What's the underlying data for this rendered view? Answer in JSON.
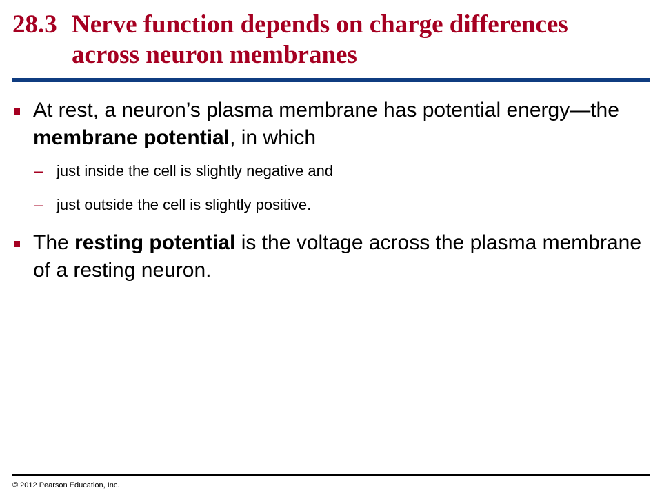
{
  "title": {
    "number": "28.3",
    "line1": "Nerve function depends on charge differences",
    "line2": "across neuron membranes"
  },
  "bullets": [
    {
      "text_before": "At rest, a neuron’s plasma membrane has potential energy—the ",
      "bold": "membrane potential",
      "text_after": ", in which",
      "subs": [
        "just inside the cell is slightly negative and",
        "just outside the cell is slightly positive."
      ]
    },
    {
      "text_before": "The ",
      "bold": "resting potential",
      "text_after": " is the voltage across the plasma membrane of a resting neuron."
    }
  ],
  "footer": {
    "copyright": "© 2012 Pearson Education, Inc."
  },
  "colors": {
    "title": "#a50021",
    "bullet_marker": "#a50021",
    "title_rule": "#0f3c80"
  }
}
